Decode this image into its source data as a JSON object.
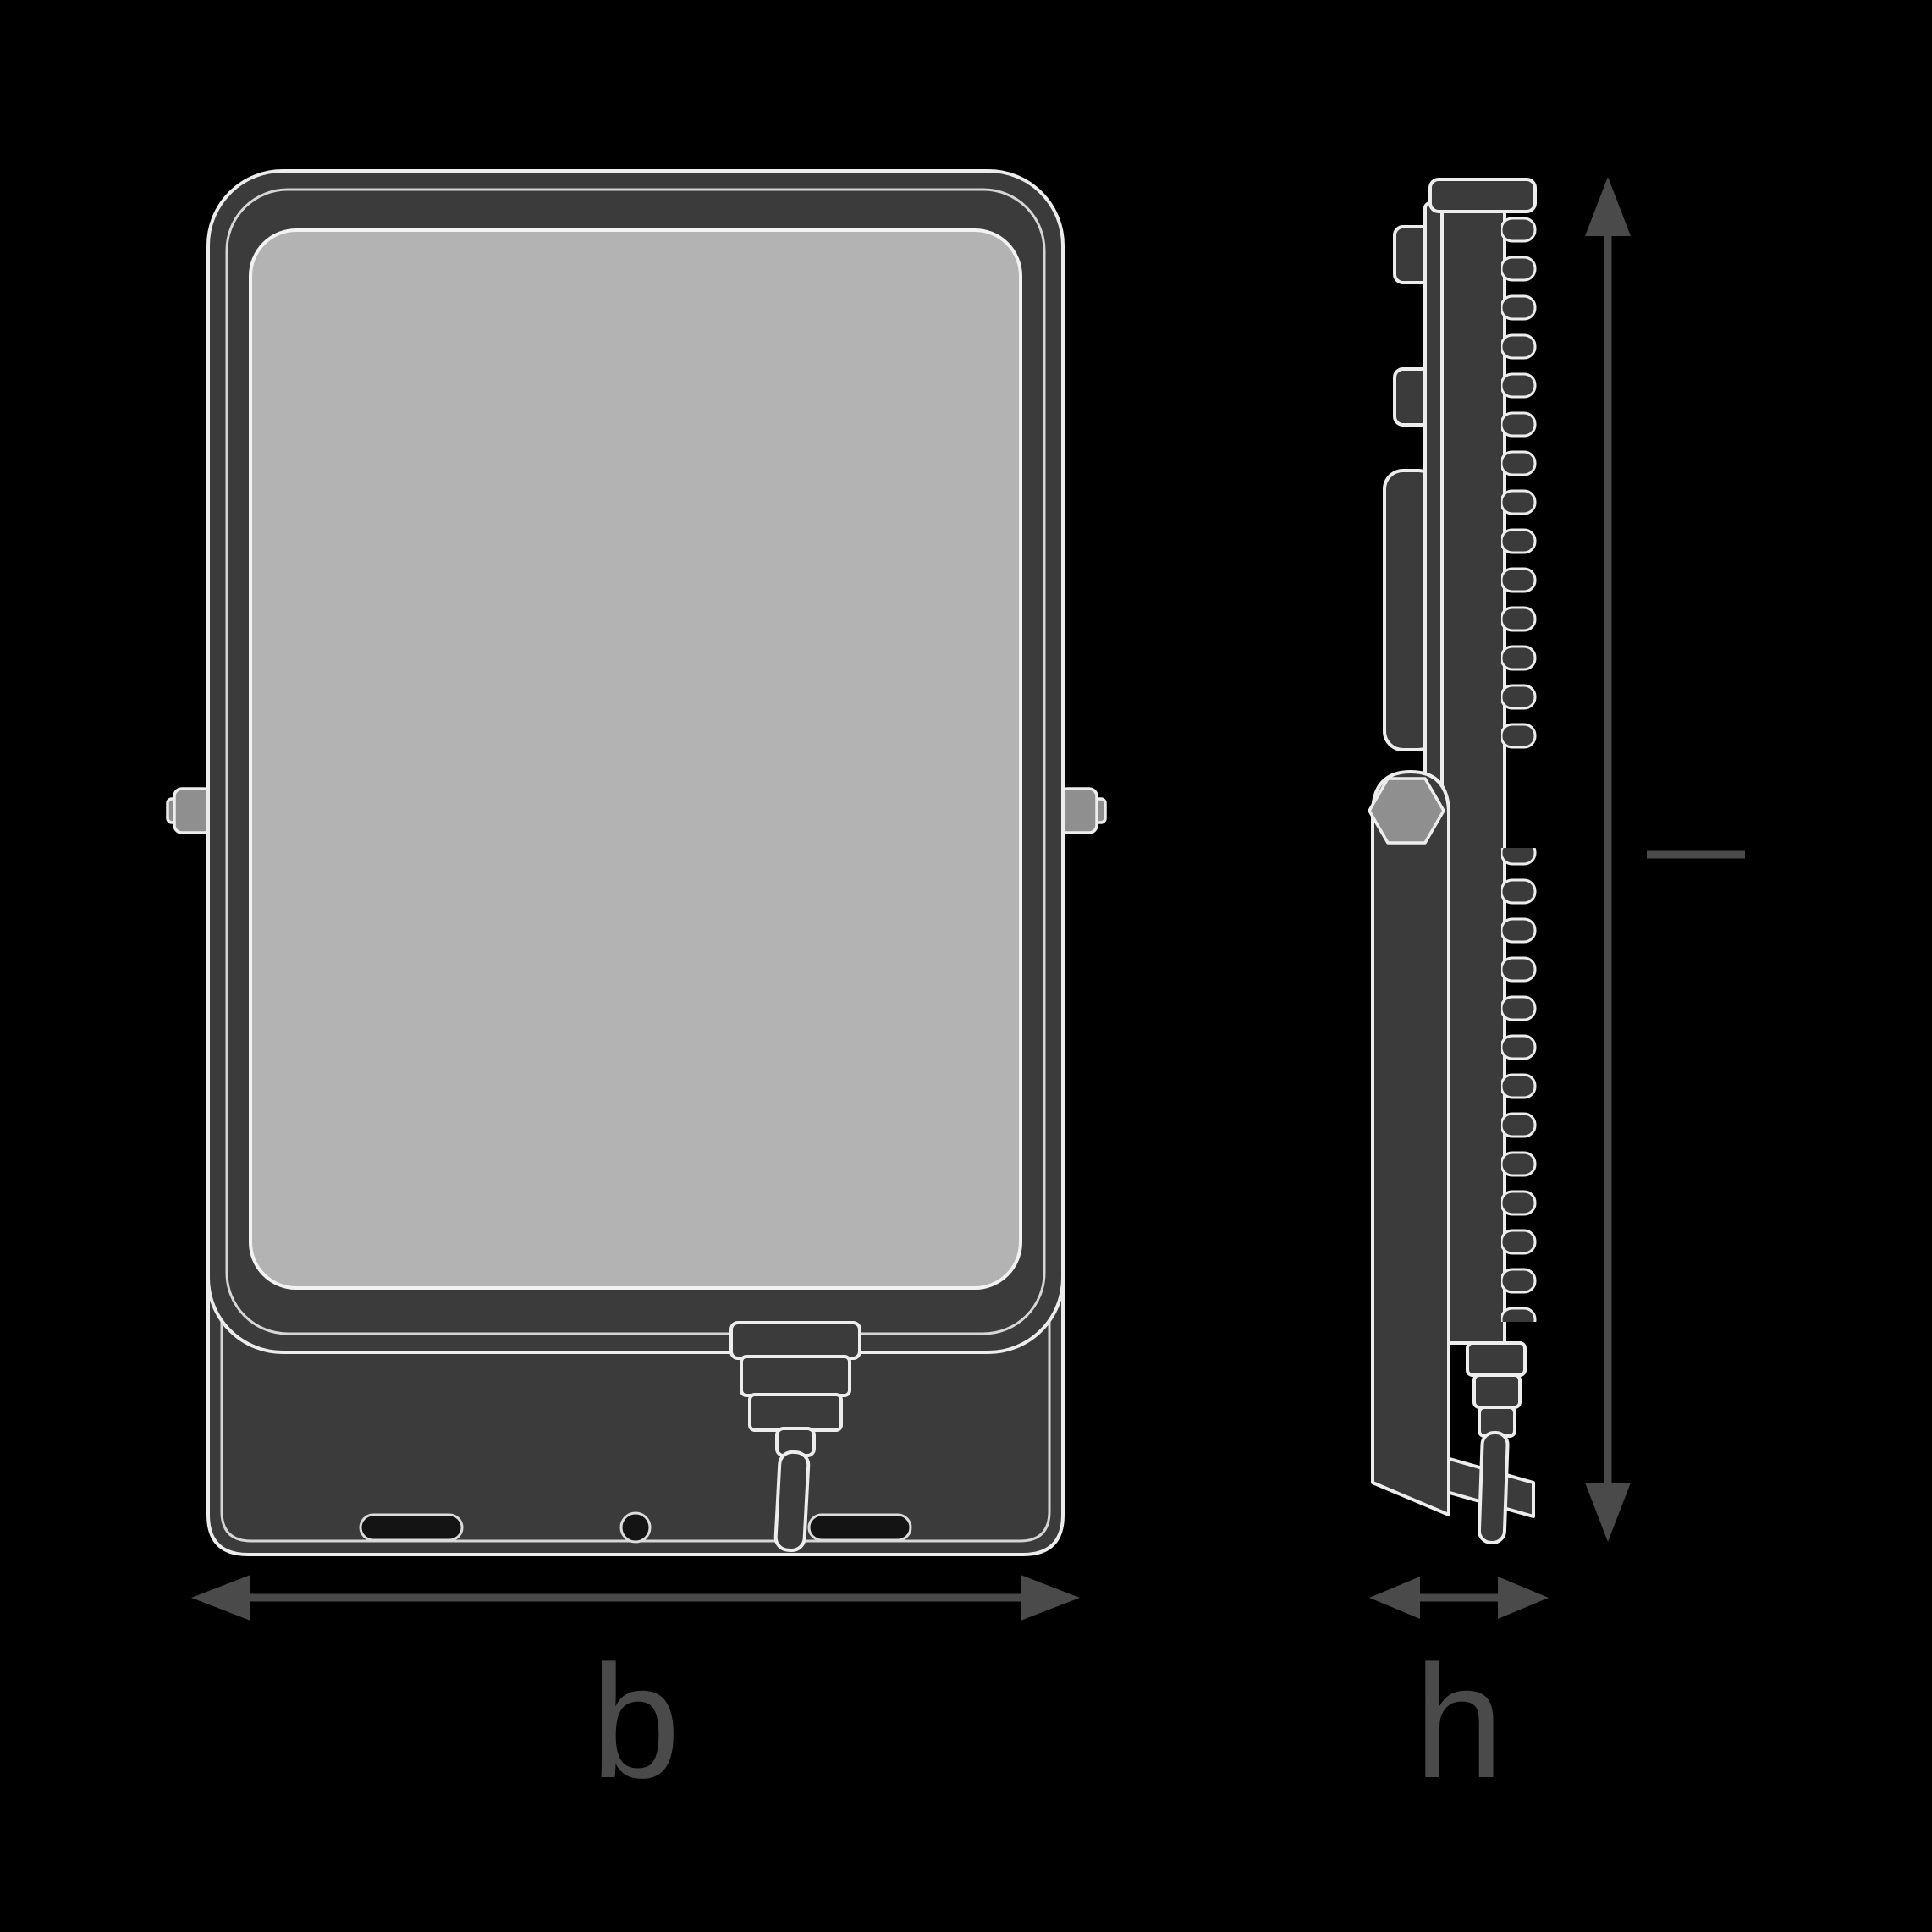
{
  "diagram": {
    "type": "technical-dimension-drawing",
    "subject": "floodlight-front-and-side-view"
  },
  "dimension_labels": {
    "width": "b",
    "depth": "h"
  },
  "colors": {
    "background": "#000000",
    "outline": "#ededed",
    "body_fill": "#3b3b3b",
    "lens_fill": "#b3b3b3",
    "metal_fill": "#8f8f8f",
    "dimension": "#4a4a4a"
  }
}
